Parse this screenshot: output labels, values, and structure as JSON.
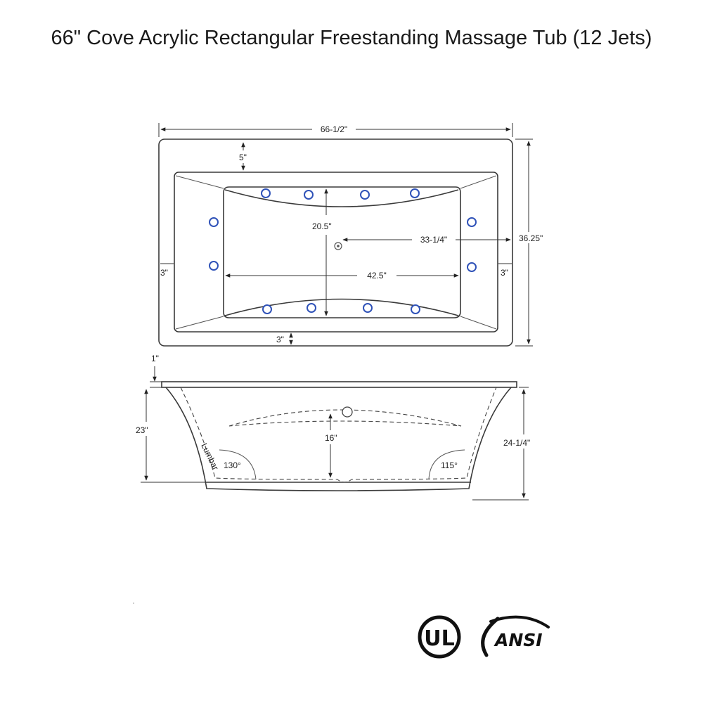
{
  "title": "66\" Cove Acrylic Rectangular Freestanding Massage Tub (12 Jets)",
  "top_view": {
    "overall_length": "66-1/2\"",
    "overall_width": "36.25\"",
    "deck_top": "5\"",
    "deck_bottom": "3\"",
    "deck_left": "3\"",
    "deck_right": "3\"",
    "floor_width": "20.5\"",
    "drain_offset": "33-1/4\"",
    "floor_length": "42.5\"",
    "jet_count": 12
  },
  "side_view": {
    "rim": "1\"",
    "inside_depth": "23\"",
    "water_depth": "16\"",
    "overall_height": "24-1/4\"",
    "lumbar": "Lumbar",
    "back_angle_left": "130°",
    "back_angle_right": "115°"
  },
  "certifications": {
    "ul": "UL",
    "ansi": "ANSI"
  },
  "colors": {
    "jet": "#2f52b8",
    "line": "#3a3a3a"
  }
}
